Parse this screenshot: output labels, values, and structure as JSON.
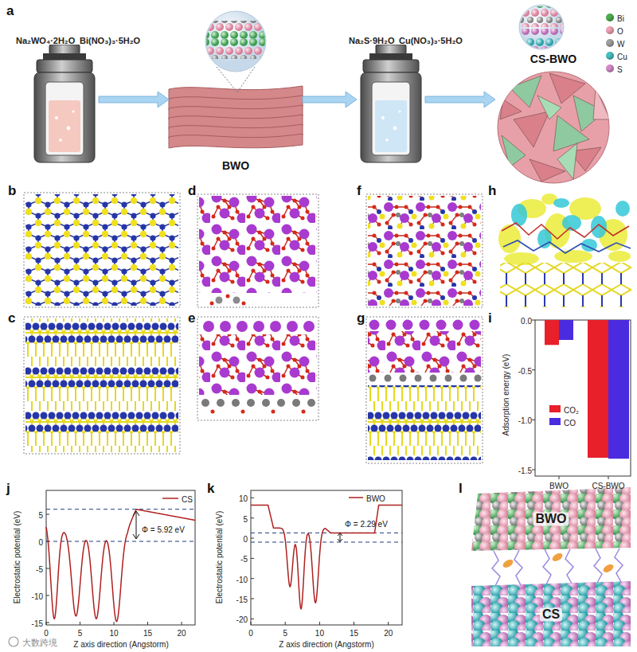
{
  "diagram": {
    "nodes": [
      {
        "text": [
          "Na₂WO₄·2H₂O",
          "Bi(NO₃)₃·5H₂O"
        ]
      },
      {
        "text": [
          "BWO"
        ]
      },
      {
        "text": [
          "Na₂S·9H₂O",
          "Cu(NO₃)₃·5H₂O"
        ]
      },
      {
        "text": [
          "CS-BWO"
        ]
      }
    ],
    "edges": [
      {
        "from": 0,
        "to": 1,
        "arrow": "to"
      },
      {
        "from": 1,
        "to": 2,
        "arrow": "to"
      },
      {
        "from": 2,
        "to": 3,
        "arrow": "to"
      }
    ],
    "labels": [
      "a",
      "b",
      "c",
      "d",
      "e",
      "f",
      "g",
      "h",
      "i",
      "j",
      "k",
      "l",
      "0.0",
      "-0.5",
      "-1.0",
      "-1.5",
      "Adsorption energy (eV)",
      "BWO",
      "CS-BWO",
      "5",
      "0",
      "-5",
      "-10",
      "-15",
      "0",
      "5",
      "10",
      "15",
      "20",
      "Electrostatic potential (eV)",
      "Z axis direction (Angstorm)",
      "Φ = 5.92 eV",
      "10",
      "5",
      "0",
      "-5",
      "-10",
      "-15",
      "-20",
      "0",
      "5",
      "10",
      "15",
      "20",
      "Electrostatic potential (eV)",
      "Z axis direction (Angstorm)",
      "Φ = 2.29 eV",
      "BWO",
      "CS",
      "大数跨境"
    ],
    "legend": [
      {
        "text": "Bi",
        "color": "#4caf50"
      },
      {
        "text": "O",
        "color": "#f2a2b4"
      },
      {
        "text": "W",
        "color": "#a0a0a0"
      },
      {
        "text": "Cu",
        "color": "#48bfc0"
      },
      {
        "text": "S",
        "color": "#d58ac8"
      },
      {
        "text": "CO₂",
        "color": "#e8202a"
      },
      {
        "text": "CO",
        "color": "#4b2be0"
      },
      {
        "text": "CS"
      },
      {
        "text": "BWO"
      }
    ]
  }
}
